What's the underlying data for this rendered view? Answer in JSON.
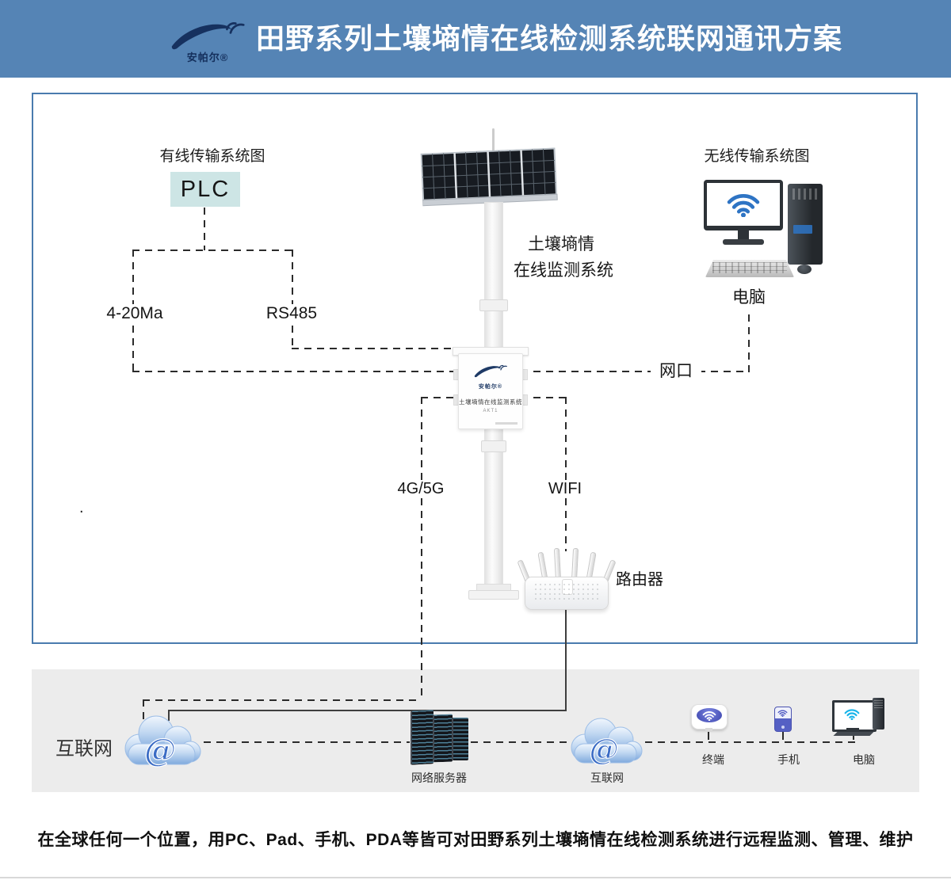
{
  "header": {
    "brand": "安帕尔®",
    "title": "田野系列土壤墒情在线检测系统联网通讯方案"
  },
  "diagram": {
    "wired_title": "有线传输系统图",
    "wireless_title": "无线传输系统图",
    "plc_label": "PLC",
    "label_420ma": "4-20Ma",
    "label_rs485": "RS485",
    "label_netport": "网口",
    "label_4g5g": "4G/5G",
    "label_wifi": "WIFI",
    "label_router": "路由器",
    "label_pc": "电脑",
    "station_caption_line1": "土壤墒情",
    "station_caption_line2": "在线监测系统",
    "device_box": {
      "brand": "安帕尔®",
      "name": "土壤墒情在线监测系统",
      "model": "AKT1"
    },
    "stray_dot": "."
  },
  "strip": {
    "internet_label": "互联网",
    "server_label": "网络服务器",
    "cloud_label": "互联网",
    "terminal_label": "终端",
    "phone_label": "手机",
    "pc_label": "电脑"
  },
  "footer": {
    "description": "在全球任何一个位置，用PC、Pad、手机、PDA等皆可对田野系列土壤墒情在线检测系统进行远程监测、管理、维护"
  },
  "colors": {
    "header_bg": "#5584b5",
    "box_border": "#4a7bae",
    "plc_bg": "#cde5e5",
    "dash_line": "#2b2b2b",
    "logo_navy": "#1e3a66",
    "wifi_blue": "#2e74c4",
    "strip_bg": "#ececec"
  }
}
